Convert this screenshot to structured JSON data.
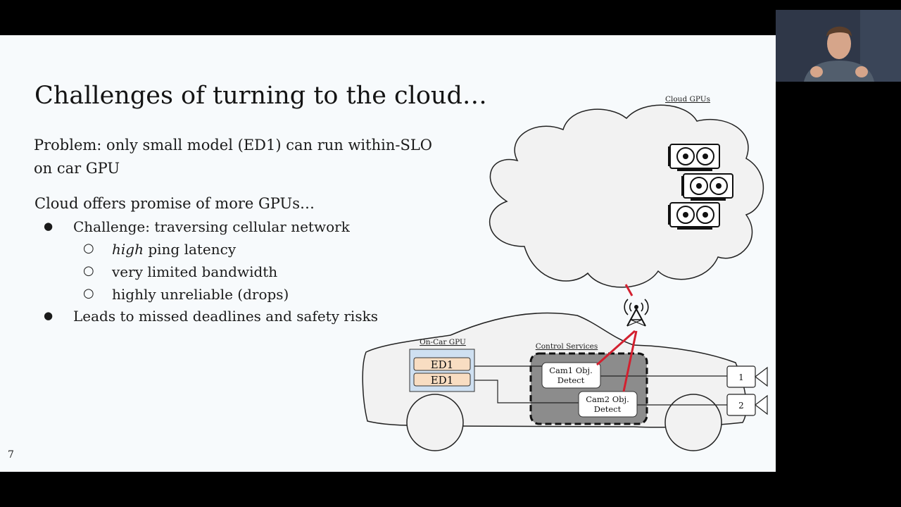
{
  "slide": {
    "title": "Challenges of turning to the cloud…",
    "problem_line1": "Problem: only small model (ED1) can run within-SLO",
    "problem_line2": "on car GPU",
    "cloud_offer": "Cloud offers promise of more GPUs…",
    "bullets": [
      {
        "text": "Challenge: traversing cellular network",
        "subs": [
          {
            "emph": "high",
            "rest": " ping latency"
          },
          {
            "text": "very limited bandwidth"
          },
          {
            "text": "highly unreliable (drops)"
          }
        ]
      },
      {
        "text": "Leads to missed deadlines and safety risks"
      }
    ],
    "page_number": "7"
  },
  "diagram": {
    "cloud_label": "Cloud  GPUs",
    "oncar_label": "On-Car GPU",
    "control_label": "Control Services",
    "model_labels": [
      "ED1",
      "ED1"
    ],
    "cam1_label": [
      "Cam1 Obj.",
      "Detect"
    ],
    "cam2_label": [
      "Cam2 Obj.",
      "Detect"
    ],
    "camera_numbers": [
      "1",
      "2"
    ],
    "colors": {
      "link": "#d3202f",
      "control_box": "#8c8c8c",
      "model_fill": "#f8ddc2",
      "gpu_box": "#cfe0f1"
    }
  },
  "webcam": {
    "icon": "presenter-video-icon"
  }
}
